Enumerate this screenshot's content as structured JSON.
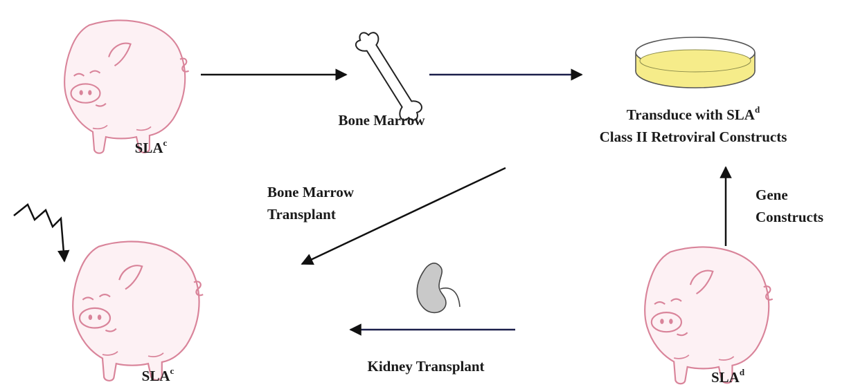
{
  "pigs": {
    "donor": {
      "label": "SLA",
      "sup": "c"
    },
    "recipient": {
      "label": "SLA",
      "sup": "c"
    },
    "kidney_donor": {
      "label": "SLA",
      "sup": "d"
    }
  },
  "bone_marrow": {
    "label": "Bone Marrow"
  },
  "dish": {
    "line1": "Transduce with SLA",
    "line1_sup": "d",
    "line2": "Class II Retroviral Constructs"
  },
  "arrows": {
    "bmt_line1": "Bone Marrow",
    "bmt_line2": "Transplant",
    "gene_line1": "Gene",
    "gene_line2": "Constructs",
    "kidney": "Kidney Transplant"
  },
  "colors": {
    "pig_outline": "#d9849a",
    "pig_fill": "#fdf1f4",
    "arrow": "#111111",
    "arrow_blue": "#1a1f4a",
    "dish_fill": "#f6ec8a",
    "kidney_fill": "#c9c9c9",
    "text": "#1a1a1a"
  }
}
